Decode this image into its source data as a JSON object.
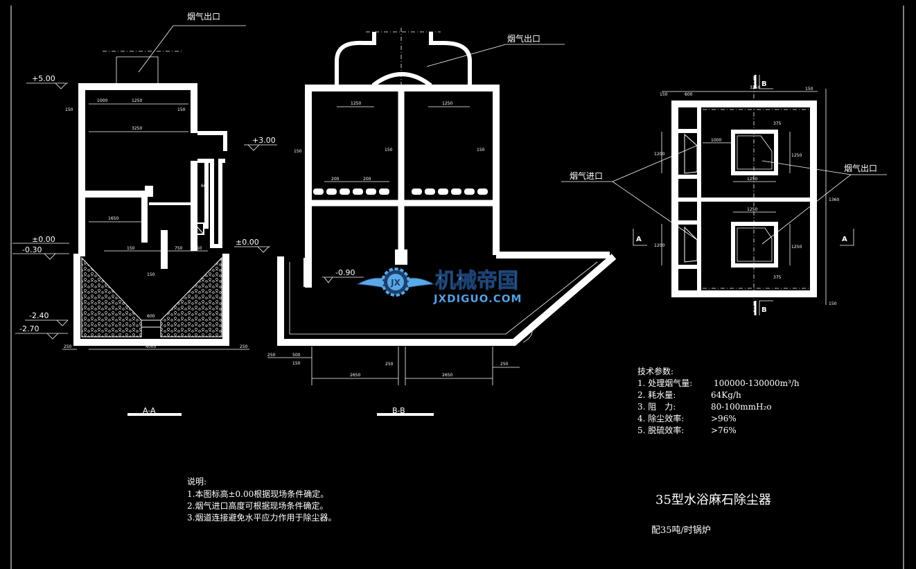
{
  "labels": {
    "flue_outlet_1": "烟气出口",
    "flue_outlet_2": "烟气出口",
    "flue_outlet_3": "烟气出口",
    "flue_inlet": "烟气进口",
    "section_aa": "A-A",
    "section_bb": "B-B",
    "marker_a": "A",
    "marker_b": "B"
  },
  "elevations": {
    "e1": "+5.00",
    "e2": "+3.00",
    "e3": "±0.00",
    "e4": "-0.30",
    "e5": "±0.00",
    "e6": "-0.90",
    "e7": "-2.40",
    "e8": "-2.70"
  },
  "dims": {
    "d1000": "1000",
    "d1250": "1250",
    "d150": "150",
    "d3250": "3250",
    "d1650": "1650",
    "d200": "200",
    "d600": "600",
    "d750": "750",
    "d450": "450",
    "d250": "250",
    "d4000": "4000",
    "d500": "500",
    "d2650": "2650",
    "d1200": "1200",
    "d375": "375",
    "d1360": "1360"
  },
  "tech": {
    "title": "技术参数:",
    "rows": [
      {
        "label": "1. 处理烟气量:",
        "value": "100000-130000m³/h"
      },
      {
        "label": "2. 耗水量:",
        "value": "64Kg/h"
      },
      {
        "label": "3. 阻　力:",
        "value": "80-100mmH₂o"
      },
      {
        "label": "4. 除尘效率:",
        "value": ">96%"
      },
      {
        "label": "5. 脱硫效率:",
        "value": ">76%"
      }
    ]
  },
  "notes": {
    "title": "说明:",
    "items": [
      "1.本图标高±0.00根据现场条件确定。",
      "2.烟气进口高度可根据现场条件确定。",
      "3.烟道连接避免水平应力作用于除尘器。"
    ]
  },
  "drawing_title": "35型水浴麻石除尘器",
  "drawing_subtitle": "配35吨/时锅炉",
  "watermark": {
    "cn": "机械帝国",
    "en": "JXDIGUO.COM",
    "badge": "JX",
    "colors": {
      "primary": "#5aa8e6",
      "dark": "#1c3f6e"
    }
  }
}
